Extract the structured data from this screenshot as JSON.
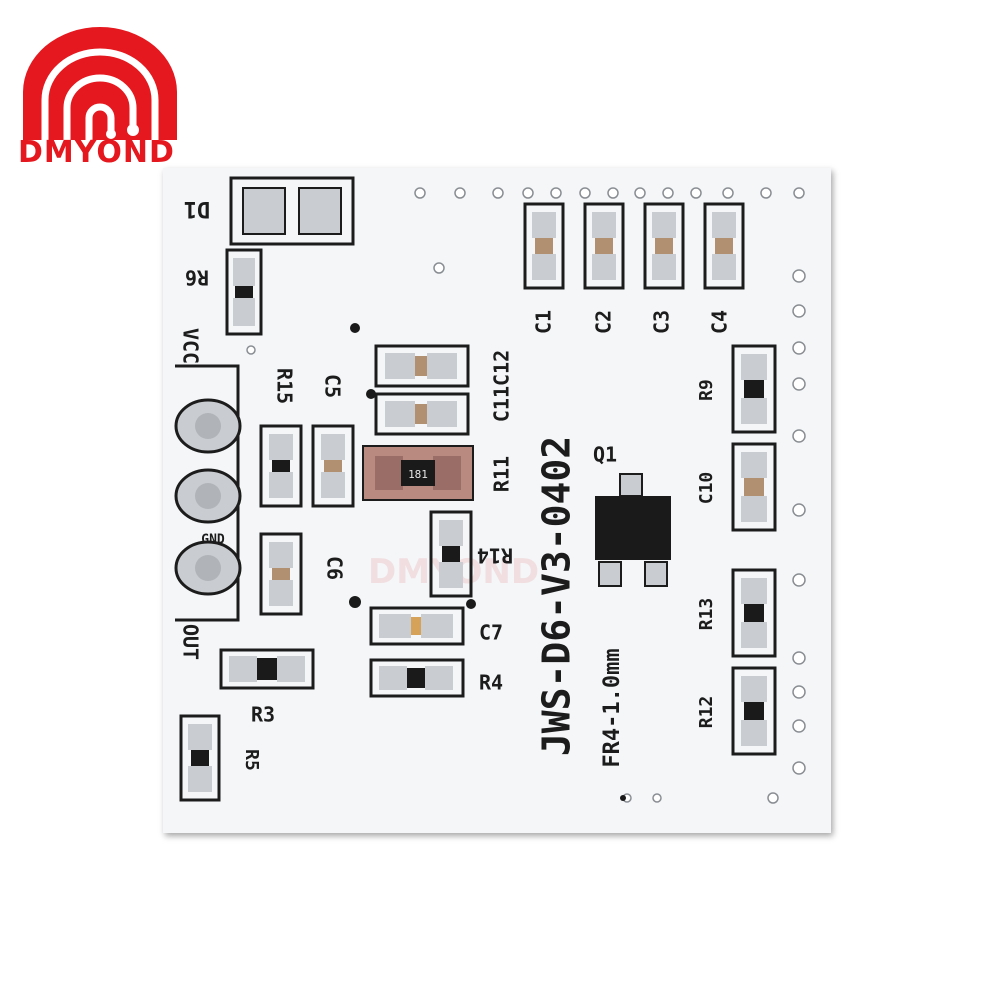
{
  "brand": {
    "name": "DMYOND",
    "color": "#e4181e"
  },
  "board": {
    "part_number": "JWS-D6-V3-0402",
    "material": "FR4-1.0mm",
    "watermark": "DMYOND",
    "resistor_marking": "181",
    "labels": {
      "d1": "D1",
      "r6": "R6",
      "vcc": "VCC",
      "gnd": "GND",
      "out": "OUT",
      "r15": "R15",
      "c5": "C5",
      "c11c12": "C11C12",
      "r11": "R11",
      "r14": "R14",
      "c6": "C6",
      "c7": "C7",
      "r4": "R4",
      "r3": "R3",
      "r5": "R5",
      "c1": "C1",
      "c2": "C2",
      "c3": "C3",
      "c4": "C4",
      "q1": "Q1",
      "r9": "R9",
      "c10": "C10",
      "r13": "R13",
      "r12": "R12"
    },
    "colors": {
      "board": "#f4f6f8",
      "silkscreen": "#1c1c1c",
      "pad": "#c9ccd0",
      "copper": "#b98a80",
      "chip": "#1a1a1a"
    }
  }
}
